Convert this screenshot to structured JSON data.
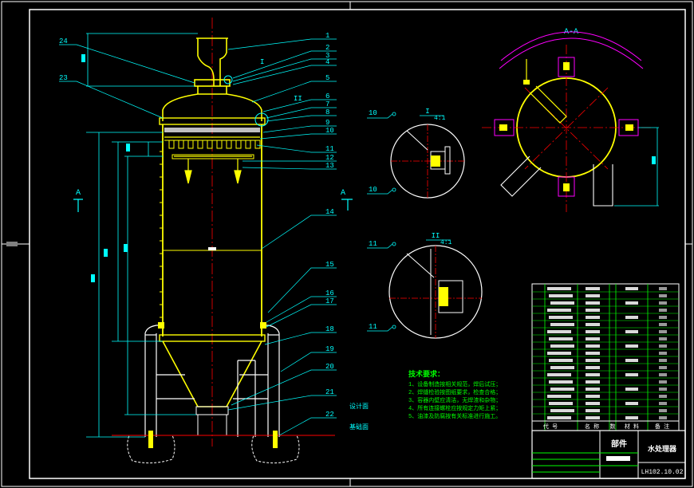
{
  "colors": {
    "background": "#000000",
    "frame": "#ffffff",
    "vessel": "#ffff00",
    "dimension": "#00ffff",
    "centerline": "#ff0000",
    "notes": "#00ff00",
    "magenta": "#ff00ff",
    "detail_fill": "#ffff00"
  },
  "labels": {
    "section_aa": "A-A",
    "detail_i": "I",
    "detail_i_scale": "4:1",
    "detail_ii": "II",
    "detail_ii_scale": "4:1",
    "view_a_left": "A",
    "view_a_right": "A",
    "callout_i": "I",
    "callout_ii": "II",
    "ground_top": "设计面",
    "ground_bottom": "基础面"
  },
  "part_numbers": [
    "1",
    "2",
    "3",
    "4",
    "5",
    "6",
    "7",
    "8",
    "9",
    "10",
    "11",
    "12",
    "13",
    "14",
    "15",
    "16",
    "17",
    "18",
    "19",
    "20",
    "21",
    "22",
    "23",
    "24"
  ],
  "detail_refs": {
    "d1_top": "10",
    "d1_bottom": "10",
    "d2_top": "11",
    "d2_bottom": "11"
  },
  "notes": {
    "title": "技术要求：",
    "items": [
      "1、设备制造按相关规范，焊后试压；",
      "2、焊缝检验按图纸要求，检查合格；",
      "3、容器内壁应清洁，无焊渣和杂物；",
      "4、所有连接螺栓应按规定力矩上紧；",
      "5、油漆及防腐按有关标准进行施工。"
    ]
  },
  "title_block": {
    "header": [
      "代 号",
      "名 称",
      "数",
      "材 料",
      "备 注"
    ],
    "part_name": "部件",
    "product_name": "水处理器",
    "drawing_no": "LH102.10.02"
  }
}
